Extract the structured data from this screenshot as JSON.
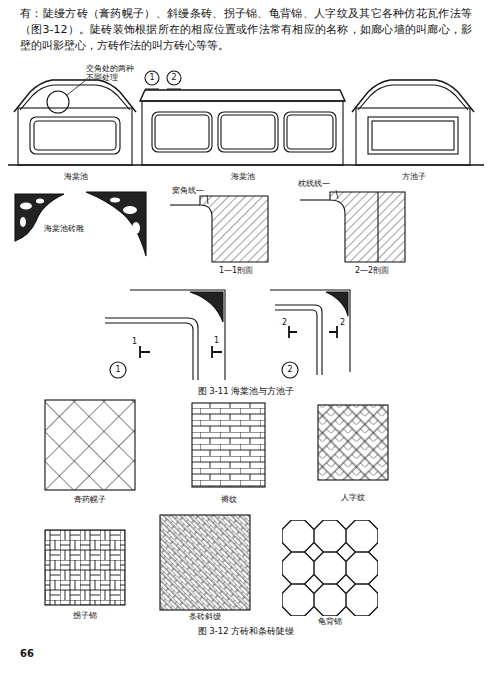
{
  "diagram": {
    "nodes": [
      {
        "text": [
          "海棠池"
        ]
      },
      {
        "text": [
          "海棠池"
        ]
      },
      {
        "text": [
          "方池子"
        ]
      },
      {
        "text": [
          "膏药幌子"
        ]
      },
      {
        "text": [
          "褥纹"
        ]
      },
      {
        "text": [
          "人字纹"
        ]
      },
      {
        "text": [
          "拐子锦"
        ]
      },
      {
        "text": [
          "条砖斜缦"
        ]
      },
      {
        "text": [
          "龟背锦"
        ]
      }
    ],
    "labels": [
      "有：陡缦方砖（膏药幌子）、斜缦条砖、拐子锦、龟背锦、人字纹及其它各种仿花瓦作法等（图3-12）。陡砖装饰根据所在的相应位置或作法常有相应的名称，如廊心墙的叫廊心，影壁的叫影壁心，方砖作法的叫方砖心等等。",
      "交角处的两种不同处理",
      "1",
      "2",
      "海棠池砖雕",
      "窝角线—",
      "1—1剖面",
      "枕线线—",
      "2—2剖面",
      "1",
      "1",
      "1",
      "2",
      "2",
      "2",
      "图 3-11  海棠池与方池子",
      "图 3-12  方砖和条砖陡缦",
      "66"
    ]
  }
}
